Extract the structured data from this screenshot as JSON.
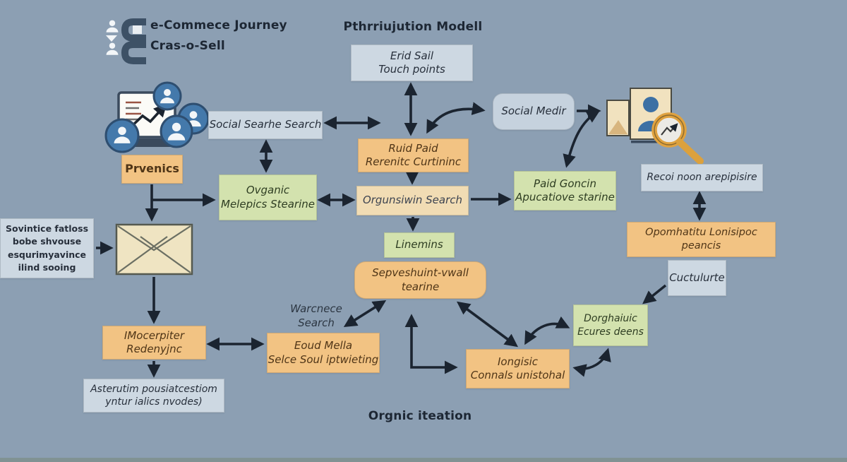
{
  "background": {
    "color": "#8C9FB3"
  },
  "palette": {
    "box_orange": "#F2C383",
    "box_green": "#D3E2AE",
    "box_tan": "#F1DCB4",
    "box_light": "#CDD8E2",
    "arrow": "#1B2430",
    "dark_text": "#1E2833",
    "avatar_blue": "#4479AB",
    "magnifier_orange": "#E0A23F",
    "card_tan": "#F1E2BF"
  },
  "header": {
    "line1": "e-Commece Journey",
    "line2": "Cras-o-Sell"
  },
  "title": "Pthrriujution Modell",
  "footer": "Orgnic iteation",
  "nodes": {
    "erid_sail": {
      "l1": "Erid Sail",
      "l2": "Touch points"
    },
    "social_search": {
      "l1": "Social Searhe Search"
    },
    "prvenics": {
      "l1": "Prvenics"
    },
    "ruid_paid": {
      "l1": "Ruid Paid",
      "l2": "Rerenitc Curtininc"
    },
    "ovganic": {
      "l1": "Ovganic",
      "l2": "Melepics Stearine"
    },
    "orgunsiwin": {
      "l1": "Orgunsiwin Search"
    },
    "social_medir": {
      "l1": "Social Medir"
    },
    "paid_goncin": {
      "l1": "Paid Goncin",
      "l2": "Apucatiove starine"
    },
    "recoi": {
      "l1": "Recoi noon arepipisire"
    },
    "sovintice": {
      "l1": "Sovintice fatloss",
      "l2": "bobe shvouse",
      "l3": "esqurimyavince",
      "l4": "ilind sooing"
    },
    "linemins": {
      "l1": "Linemins"
    },
    "opomhatitu": {
      "l1": "Opomhatitu Lonisipoc peancis"
    },
    "sepveshuint": {
      "l1": "Sepveshuint-vwall tearine"
    },
    "cuctulure": {
      "l1": "Cuctulurte"
    },
    "warcnece": {
      "l1": "Warcnece",
      "l2": "Search"
    },
    "dorghatuic": {
      "l1": "Dorghaiuic",
      "l2": "Ecures deens"
    },
    "imocerpiter": {
      "l1": "IMocerpiter",
      "l2": "Redenyjnc"
    },
    "eoud_mella": {
      "l1": "Eoud Mella",
      "l2": "Selce Soul iptwieting"
    },
    "iongsic": {
      "l1": "Iongisic",
      "l2": "Connals unistohal"
    },
    "astrutim": {
      "l1": "Asterutim pousiatcestiom",
      "l2": "yntur ialics nvodes)"
    }
  },
  "icons": {
    "header_left": [
      "person-icon",
      "app-bracket-icon"
    ],
    "top_left": "laptop-analytics-with-avatars-icon",
    "top_right": [
      "photo-icon",
      "profile-card-icon",
      "magnifier-chart-icon"
    ],
    "mid_left": "envelope-icon"
  }
}
